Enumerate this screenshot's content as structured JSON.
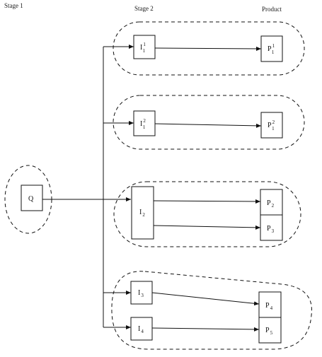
{
  "headers": {
    "stage1": "Stage 1",
    "stage2": "Stage 2",
    "product": "Product"
  },
  "nodes": {
    "q": {
      "base": "Q",
      "sup": "",
      "sub": ""
    },
    "i1_1": {
      "base": "I",
      "sup": "1",
      "sub": "1"
    },
    "i1_2": {
      "base": "I",
      "sup": "2",
      "sub": "1"
    },
    "i2": {
      "base": "I",
      "sup": "",
      "sub": "2"
    },
    "i3": {
      "base": "I",
      "sup": "",
      "sub": "3"
    },
    "i4": {
      "base": "I",
      "sup": "",
      "sub": "4"
    },
    "p1_1": {
      "base": "P",
      "sup": "1",
      "sub": "1"
    },
    "p1_2": {
      "base": "P",
      "sup": "2",
      "sub": "1"
    },
    "p2": {
      "base": "P",
      "sup": "",
      "sub": "2"
    },
    "p3": {
      "base": "P",
      "sup": "",
      "sub": "3"
    },
    "p4": {
      "base": "P",
      "sup": "",
      "sub": "4"
    },
    "p5": {
      "base": "P",
      "sup": "",
      "sub": "5"
    }
  }
}
